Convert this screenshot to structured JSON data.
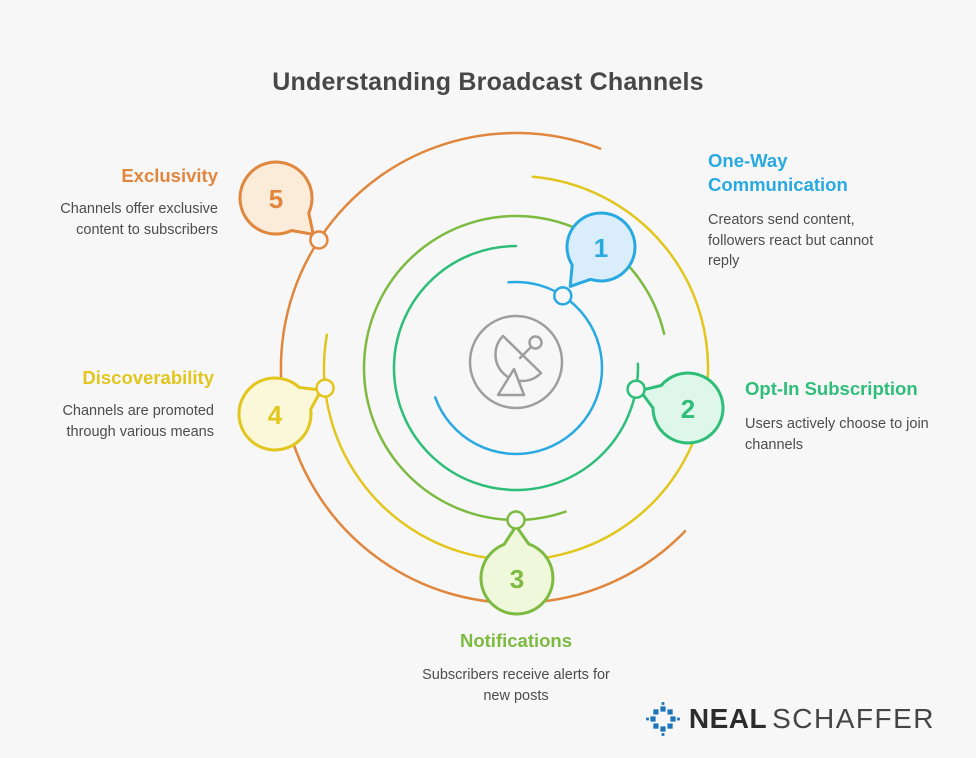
{
  "title": "Understanding Broadcast Channels",
  "items": [
    {
      "number": "1",
      "label": "One-Way Communication",
      "description": "Creators send content, followers react but cannot reply",
      "color": "#29A9E1",
      "fill": "#D9EEFA"
    },
    {
      "number": "2",
      "label": "Opt-In Subscription",
      "description": "Users actively choose to join channels",
      "color": "#2EBE79",
      "fill": "#DEF7EA"
    },
    {
      "number": "3",
      "label": "Notifications",
      "description": "Subscribers receive alerts for new posts",
      "color": "#7DBA40",
      "fill": "#EFF8DB"
    },
    {
      "number": "4",
      "label": "Discoverability",
      "description": "Channels are promoted through various means",
      "color": "#E2C61E",
      "fill": "#FBF7D9"
    },
    {
      "number": "5",
      "label": "Exclusivity",
      "description": "Channels offer exclusive content to subscribers",
      "color": "#E0863D",
      "fill": "#FBEBD9"
    }
  ],
  "center_icon": "satellite-dish",
  "center_icon_color": "#9E9E9E",
  "background_color": "#f7f7f7",
  "logo": {
    "first": "NEAL",
    "second": "SCHAFFER",
    "icon_color": "#1C75BB"
  }
}
